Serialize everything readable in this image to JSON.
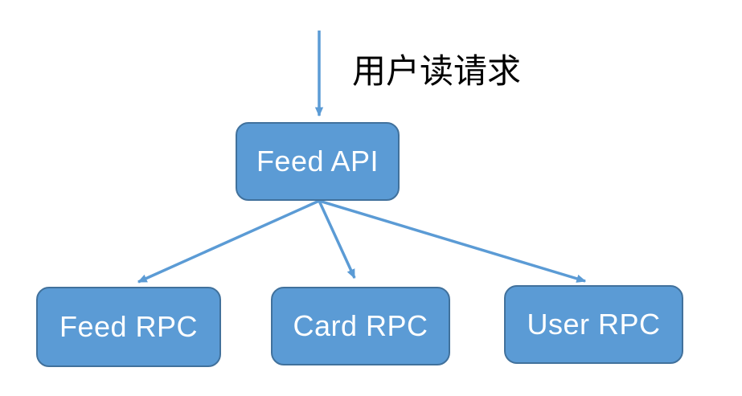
{
  "diagram": {
    "request_label": "用户读请求",
    "nodes": {
      "feed_api": {
        "label": "Feed API"
      },
      "feed_rpc": {
        "label": "Feed RPC"
      },
      "card_rpc": {
        "label": "Card RPC"
      },
      "user_rpc": {
        "label": "User RPC"
      }
    },
    "edges": [
      {
        "id": "incoming-request",
        "to": "feed_api",
        "labelled_by": "request_label"
      },
      {
        "id": "feed-api-to-feed-rpc",
        "from": "feed_api",
        "to": "feed_rpc"
      },
      {
        "id": "feed-api-to-card-rpc",
        "from": "feed_api",
        "to": "card_rpc"
      },
      {
        "id": "feed-api-to-user-rpc",
        "from": "feed_api",
        "to": "user_rpc"
      }
    ],
    "colors": {
      "node_fill": "#5b9bd5",
      "node_border": "#41719c",
      "node_text": "#ffffff",
      "arrow": "#5b9bd5",
      "label_text": "#000000"
    }
  }
}
